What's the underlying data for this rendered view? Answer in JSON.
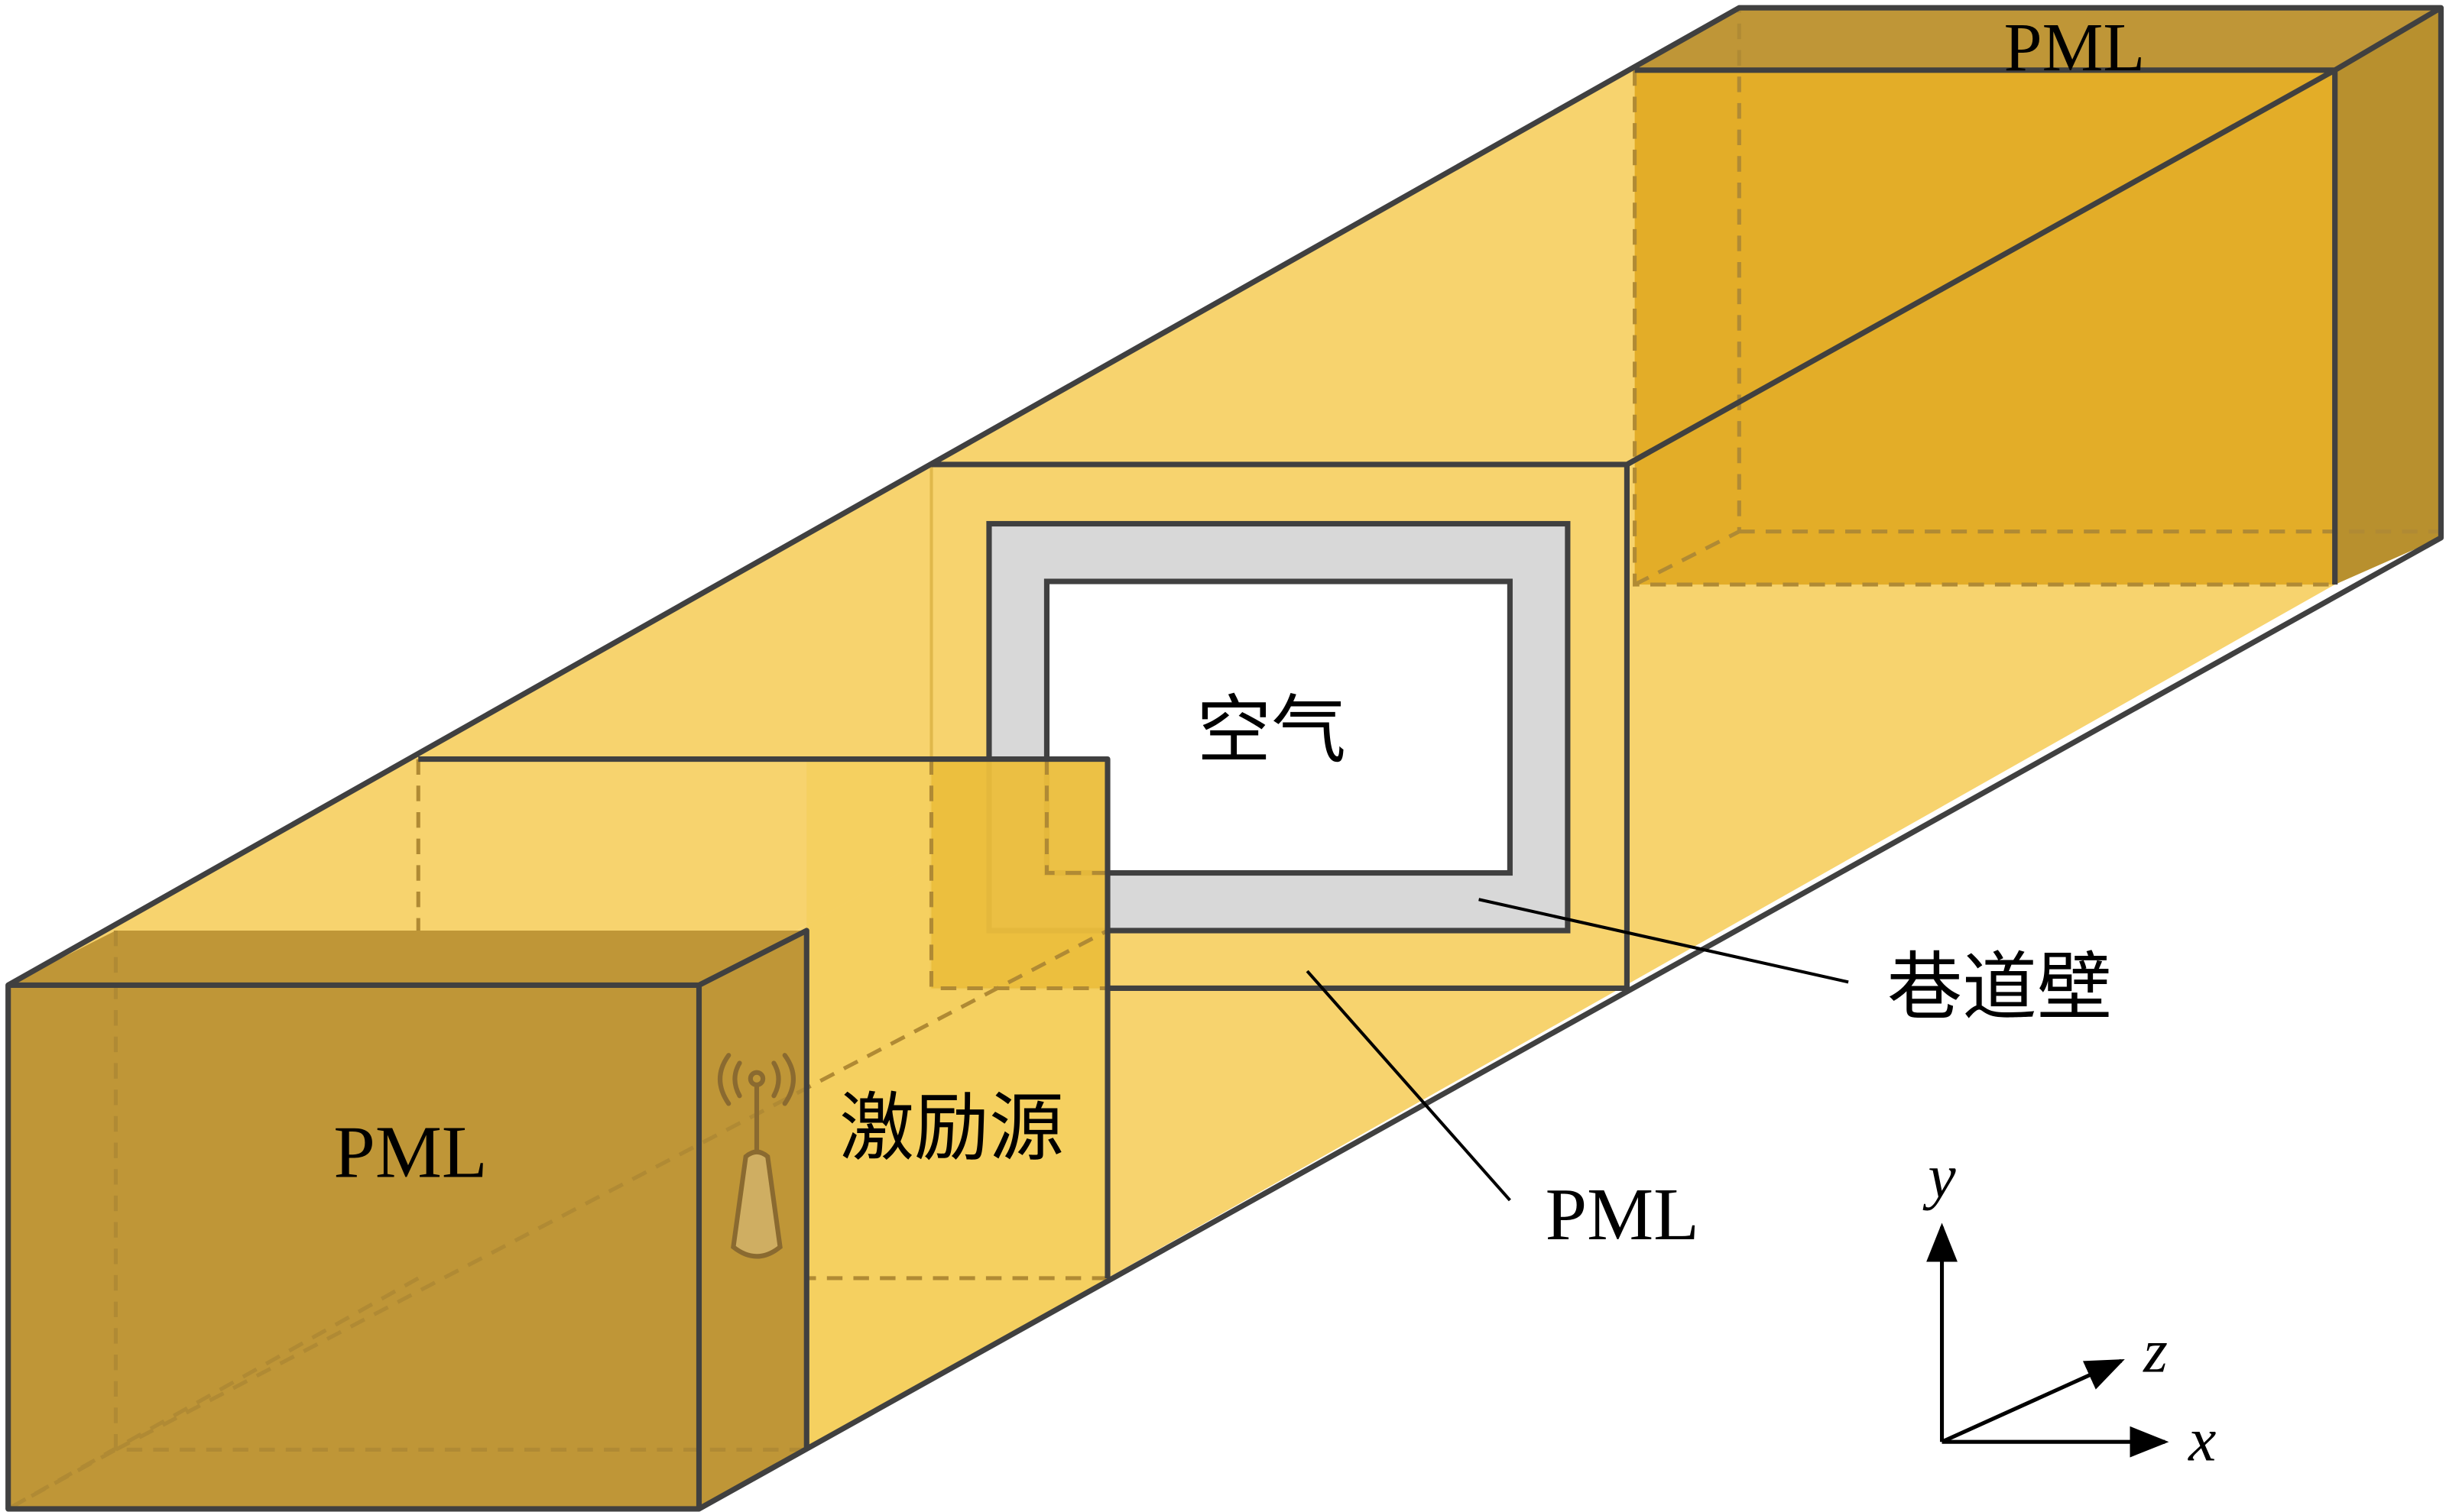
{
  "labels": {
    "pml_far": "PML",
    "pml_near": "PML",
    "pml_layer": "PML",
    "air": "空气",
    "tunnel_wall": "巷道壁",
    "excitation_source": "激励源"
  },
  "axes": {
    "x": "x",
    "y": "y",
    "z": "z"
  },
  "colors": {
    "pml_dark": "#bf9637",
    "pml_light": "#f7d36e",
    "pml_far_face": "#e0a820",
    "wall": "#d8d8d8",
    "air": "#ffffff",
    "edge": "#404040"
  },
  "icons": {
    "source": "antenna-icon"
  }
}
